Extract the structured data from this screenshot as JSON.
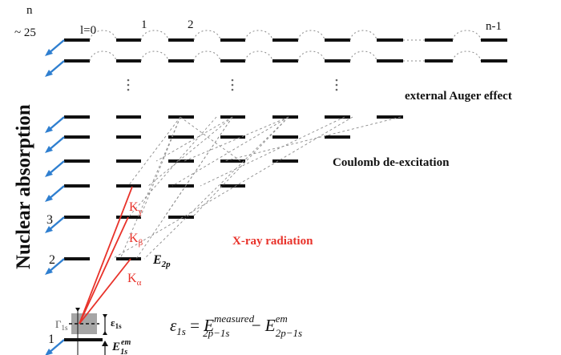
{
  "labels": {
    "n_header": "n",
    "n_max": "~ 25",
    "l_zero": "l=0",
    "l_one": "1",
    "l_two": "2",
    "l_last": "n-1",
    "n3": "3",
    "n2": "2",
    "n1": "1",
    "side_title": "Nuclear absorption",
    "auger": "external Auger effect",
    "coulomb": "Coulomb de-excitation",
    "xray": "X-ray radiation",
    "k_gamma": "K",
    "k_gamma_sub": "γ",
    "k_beta": "K",
    "k_beta_sub": "β",
    "k_alpha": "K",
    "k_alpha_sub": "α",
    "e2p": "E",
    "e2p_sub": "2p",
    "gamma1s": "Γ",
    "gamma1s_sub": "1s",
    "eps1s": "ε",
    "eps1s_sub": "1s",
    "e1s_em": "E",
    "e1s_em_sup": "em",
    "e1s_em_sub": "1s",
    "formula_lhs": "ε",
    "formula_lhs_sub": "1s",
    "formula_eq": " = ",
    "formula_t1": "E",
    "formula_t1_sup": "measured",
    "formula_t1_sub": "2p−1s",
    "formula_minus": " − ",
    "formula_t2": "E",
    "formula_t2_sup": "em",
    "formula_t2_sub": "2p−1s"
  },
  "colors": {
    "level": "#111111",
    "arrow": "#2f7fd0",
    "transition": "#e8322a",
    "dotted": "#8a8a8a",
    "box": "#a6a6a6",
    "xray_text": "#e8322a"
  }
}
